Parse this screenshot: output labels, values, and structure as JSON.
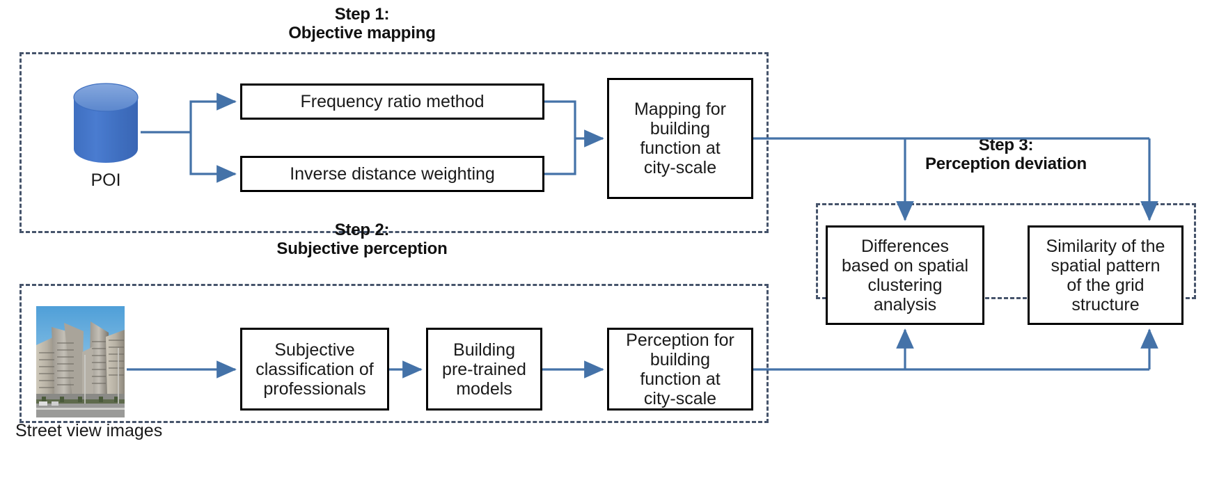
{
  "diagram": {
    "title_step1": "Step 1:\nObjective mapping",
    "title_step2": "Step 2:\nSubjective perception",
    "title_step3": "Step 3:\nPerception deviation",
    "accent_blue": "#4472a8",
    "box_border": "#000000",
    "dash_color": "#46546b",
    "cylinder_color": "#4472c4"
  },
  "step1": {
    "source_label": "POI",
    "box_frequency": "Frequency ratio method",
    "box_idw": "Inverse distance weighting",
    "box_mapping": "Mapping for\nbuilding\nfunction at\ncity-scale"
  },
  "step2": {
    "source_label": "Street view images",
    "box_subjective": "Subjective\nclassification of\nprofessionals",
    "box_pretrained": "Building\npre-trained\nmodels",
    "box_perception": "Perception for\nbuilding\nfunction at\ncity-scale"
  },
  "step3": {
    "box_differences": "Differences\nbased on spatial\nclustering\nanalysis",
    "box_similarity": "Similarity of the\nspatial pattern\nof the grid\nstructure"
  }
}
